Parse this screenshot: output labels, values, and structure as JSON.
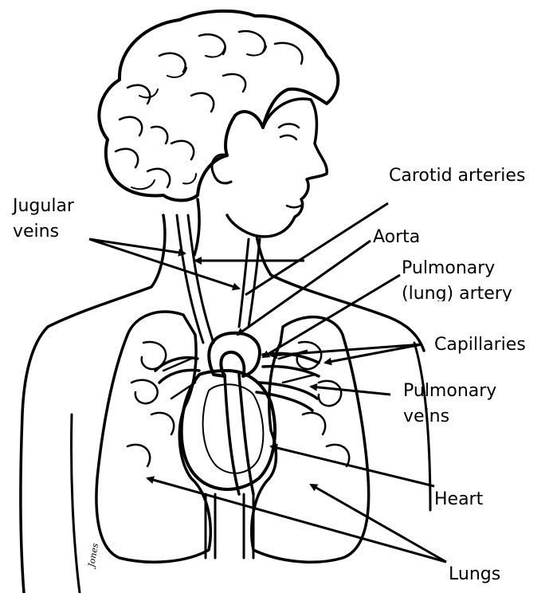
{
  "diagram": {
    "labels": {
      "carotid_arteries": "Carotid arteries",
      "jugular_line1": "Jugular",
      "jugular_line2": "veins",
      "aorta": "Aorta",
      "pulmonary_artery_line1": "Pulmonary",
      "pulmonary_artery_line2": "(lung) artery",
      "capillaries": "Capillaries",
      "pulmonary_veins_line1": "Pulmonary",
      "pulmonary_veins_line2": "veins",
      "heart": "Heart",
      "lungs": "Lungs"
    },
    "artist_signature": "Jones"
  }
}
